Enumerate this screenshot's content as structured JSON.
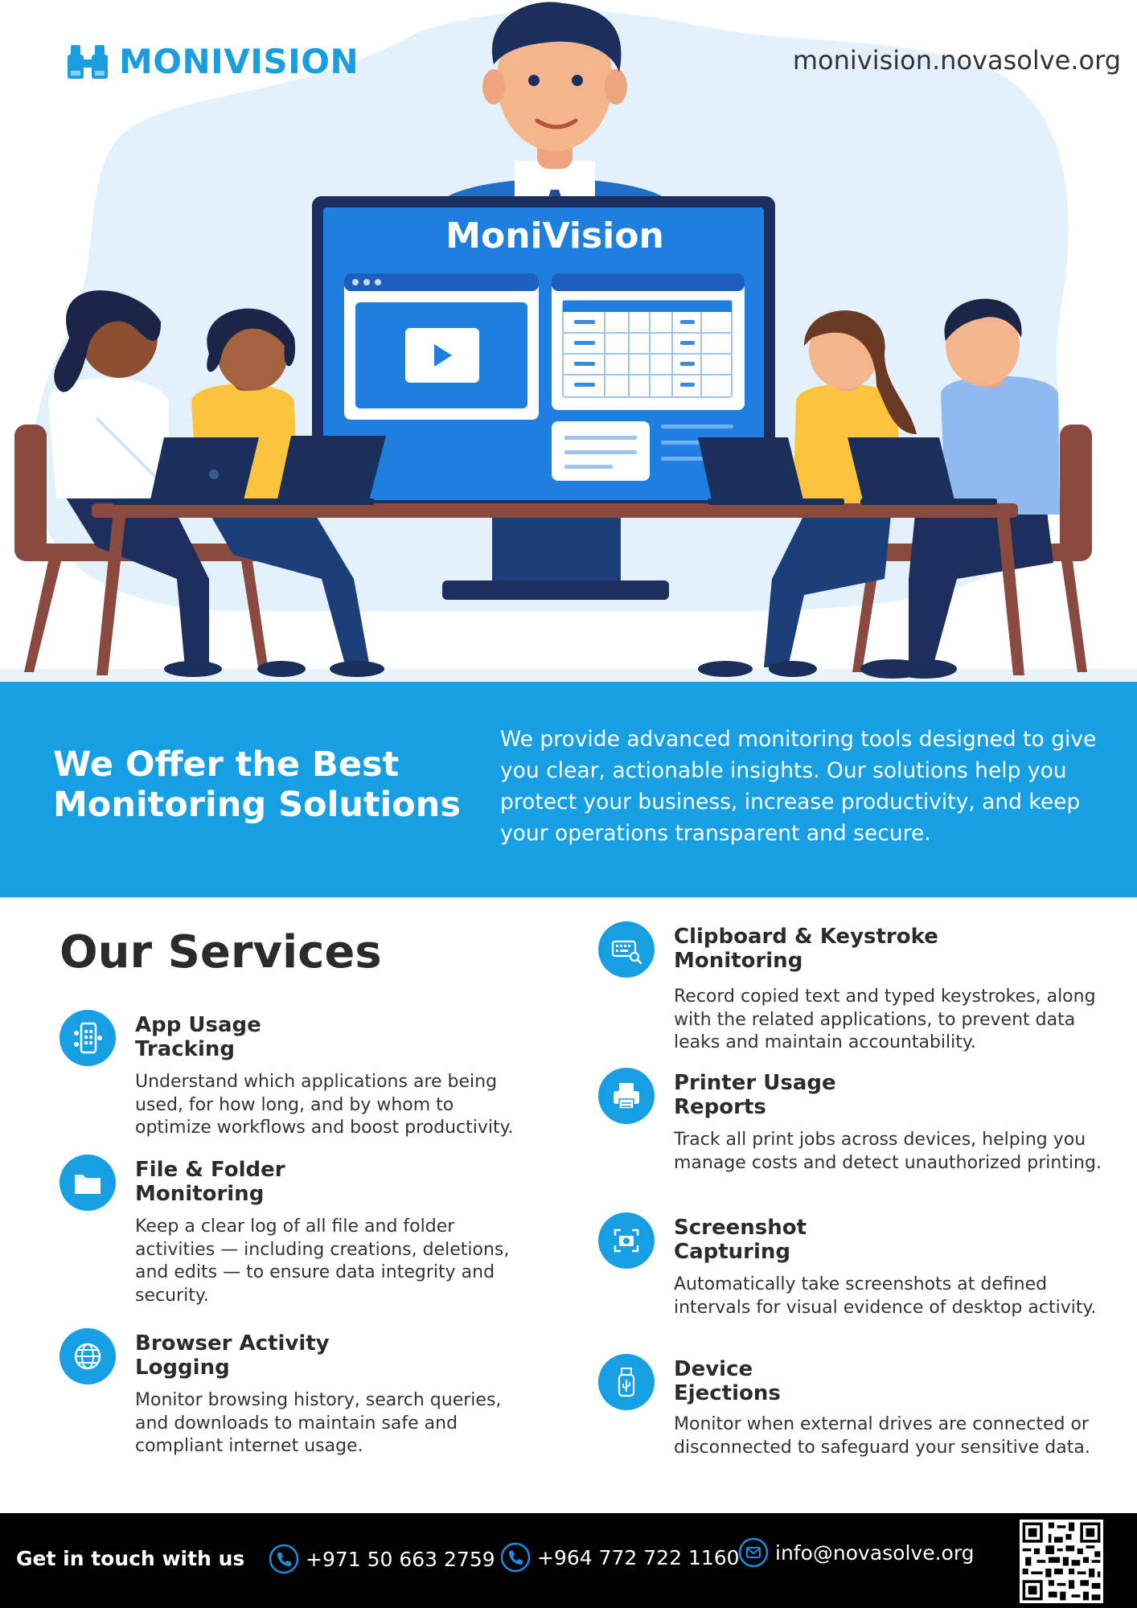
{
  "brand": {
    "name": "MONIVISION",
    "url": "monivision.novasolve.org"
  },
  "hero": {
    "screen_title": "MoniVision"
  },
  "banner": {
    "title_lines": [
      "We Offer the Best",
      "Monitoring Solutions"
    ],
    "text": "We provide advanced monitoring tools designed to give you clear, actionable insights. Our solutions help you protect your business, increase productivity, and keep your operations transparent and secure."
  },
  "services": {
    "heading": "Our Services",
    "left": [
      {
        "title_lines": [
          "App Usage",
          "Tracking"
        ],
        "desc": "Understand which applications are being used, for how long, and by whom to optimize workflows and boost productivity.",
        "icon": "mobile-apps-icon"
      },
      {
        "title_lines": [
          "File & Folder",
          "Monitoring"
        ],
        "desc": "Keep a clear log of all file and folder activities — including creations, deletions, and edits — to ensure data integrity and security.",
        "icon": "folder-icon"
      },
      {
        "title_lines": [
          "Browser Activity",
          "Logging"
        ],
        "desc": "Monitor browsing history, search queries, and downloads to maintain safe and compliant internet usage.",
        "icon": "globe-icon"
      }
    ],
    "right": [
      {
        "title_lines": [
          "Clipboard & Keystroke",
          "Monitoring"
        ],
        "desc": "Record copied text and typed keystrokes, along with the related applications, to prevent data leaks and maintain accountability.",
        "icon": "keyboard-search-icon"
      },
      {
        "title_lines": [
          "Printer Usage",
          "Reports"
        ],
        "desc": "Track all print jobs across devices, helping you manage costs and detect unauthorized printing.",
        "icon": "printer-icon"
      },
      {
        "title_lines": [
          "Screenshot",
          "Capturing"
        ],
        "desc": "Automatically take screenshots at defined intervals for visual evidence of desktop activity.",
        "icon": "camera-icon"
      },
      {
        "title_lines": [
          "Device",
          "Ejections"
        ],
        "desc": "Monitor when external drives are connected or disconnected to safeguard your sensitive data.",
        "icon": "usb-drive-icon"
      }
    ]
  },
  "footer": {
    "label": "Get in touch with us",
    "phone_1": "+971 50 663 2759",
    "phone_2": "+964 772 722 1160",
    "email": "info@novasolve.org"
  },
  "colors": {
    "primary": "#16a0e3",
    "dark_navy": "#1c2f5e",
    "footer_bg": "#000000",
    "text": "#2b2b2b"
  }
}
